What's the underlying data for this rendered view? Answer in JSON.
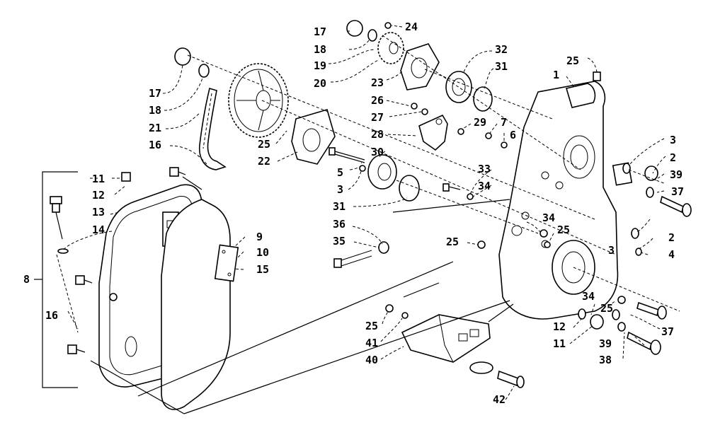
{
  "callouts": {
    "c1": "1",
    "c2a": "2",
    "c2b": "2",
    "c3a": "3",
    "c3b": "3",
    "c3c": "3",
    "c4": "4",
    "c5": "5",
    "c6": "6",
    "c7": "7",
    "c8": "8",
    "c9": "9",
    "c10": "10",
    "c11a": "11",
    "c11b": "11",
    "c12a": "12",
    "c12b": "12",
    "c13": "13",
    "c14": "14",
    "c15": "15",
    "c16a": "16",
    "c16b": "16",
    "c17a": "17",
    "c17b": "17",
    "c18a": "18",
    "c18b": "18",
    "c19": "19",
    "c20": "20",
    "c21": "21",
    "c22": "22",
    "c23": "23",
    "c24": "24",
    "c25a": "25",
    "c25b": "25",
    "c25c": "25",
    "c25d": "25",
    "c25e": "25",
    "c25f": "25",
    "c26": "26",
    "c27": "27",
    "c28": "28",
    "c29": "29",
    "c30": "30",
    "c31a": "31",
    "c31b": "31",
    "c32": "32",
    "c33": "33",
    "c34a": "34",
    "c34b": "34",
    "c34c": "34",
    "c35": "35",
    "c36": "36",
    "c37a": "37",
    "c37b": "37",
    "c38": "38",
    "c39a": "39",
    "c39b": "39",
    "c40": "40",
    "c41": "41",
    "c42": "42"
  }
}
